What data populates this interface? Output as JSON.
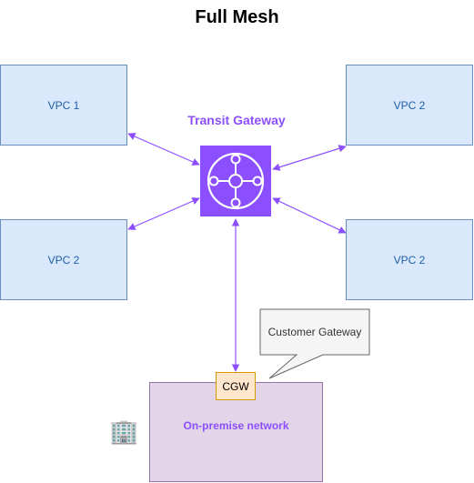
{
  "title": "Full Mesh",
  "vpcs": {
    "top_left": "VPC 1",
    "top_right": "VPC 2",
    "bottom_left": "VPC 2",
    "bottom_right": "VPC 2"
  },
  "transit_gateway": {
    "label": "Transit Gateway",
    "icon": "transit-gateway-icon"
  },
  "on_premise": {
    "label": "On-premise network",
    "icon": "office-building-icon"
  },
  "cgw": {
    "label": "CGW",
    "callout": "Customer Gateway"
  },
  "colors": {
    "vpc_fill": "#dae8fc",
    "vpc_stroke": "#6c8ebf",
    "accent_purple": "#8c4fff",
    "onprem_fill": "#e1d5e7",
    "cgw_fill": "#ffe6cc"
  }
}
